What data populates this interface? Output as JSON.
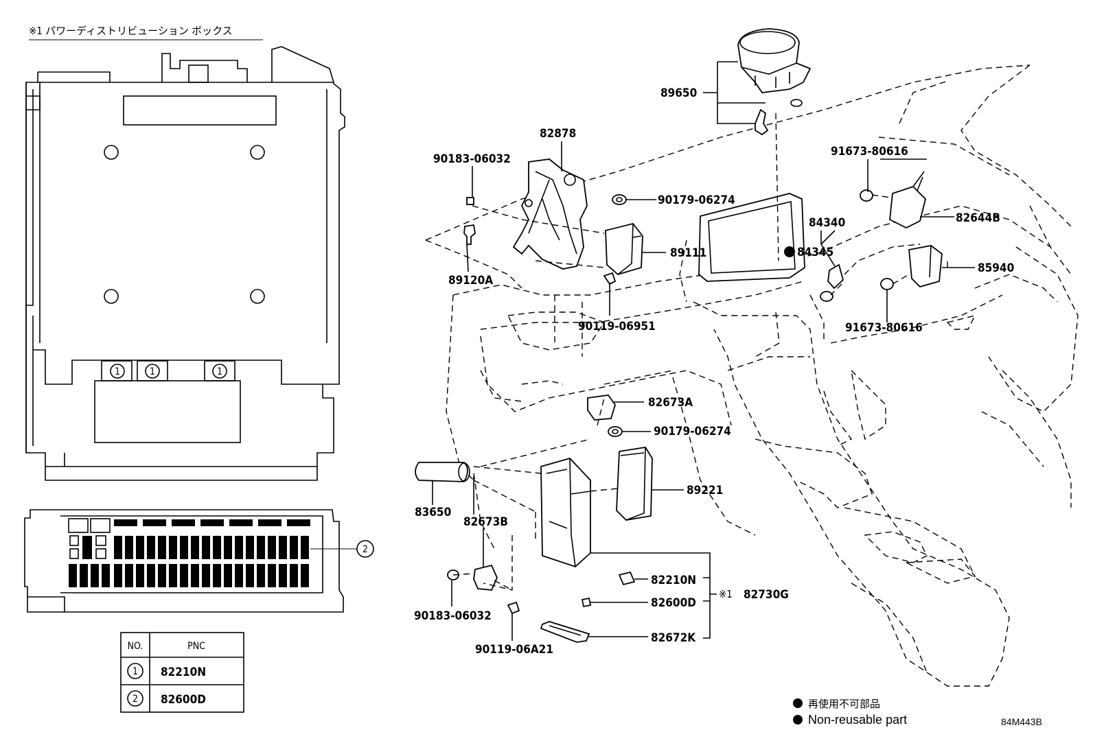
{
  "title_note": "※1 パワーディストリビューション ボックス",
  "circle_marker_1": "1",
  "circle_marker_2": "2",
  "pnc_table": {
    "header_no": "NO.",
    "header_pnc": "PNC",
    "rows": [
      {
        "no": "1",
        "pnc": "82210N"
      },
      {
        "no": "2",
        "pnc": "82600D"
      }
    ]
  },
  "part_labels": {
    "p89650": "89650",
    "p82878": "82878",
    "p90183_top": "90183-06032",
    "p90179_top": "90179-06274",
    "p91673_top": "91673-80616",
    "p82644B": "82644B",
    "p84340": "84340",
    "p84345": "84345",
    "p89111": "89111",
    "p89120A": "89120A",
    "p85940": "85940",
    "p90119_06951": "90119-06951",
    "p91673_bottom": "91673-80616",
    "p82673A": "82673A",
    "p90179_bottom": "90179-06274",
    "p89221": "89221",
    "p83650": "83650",
    "p82673B": "82673B",
    "p82210N": "82210N",
    "p82600D": "82600D",
    "p82730G_prefix": "※1",
    "p82730G": "82730G",
    "p90183_bottom": "90183-06032",
    "p82672K": "82672K",
    "p90119_06A21": "90119-06A21"
  },
  "legend": {
    "japanese": "再使用不可部品",
    "english": "Non-reusable part"
  },
  "illustration_code": "84M443B"
}
